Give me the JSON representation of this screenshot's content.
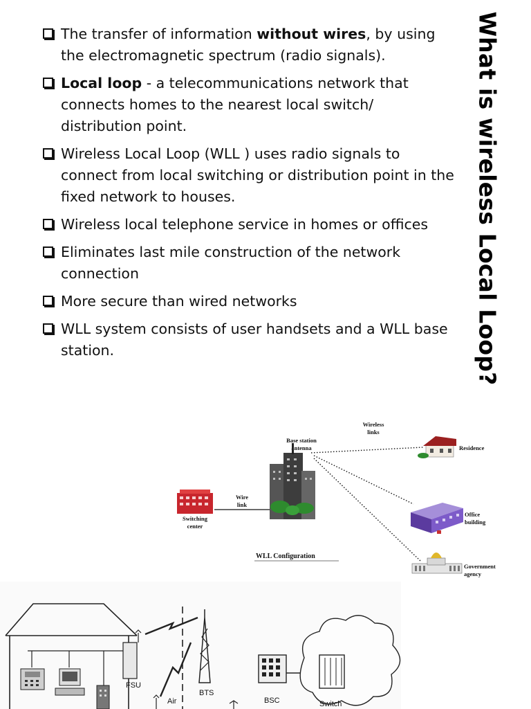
{
  "slide": {
    "title": "What is wireless Local Loop?",
    "bullets": [
      {
        "pre": "The transfer of information ",
        "bold": "without wires",
        "post": ", by using the electromagnetic spectrum (radio signals)."
      },
      {
        "pre": "",
        "bold": "Local loop",
        "post": " - a telecommunications network that connects homes to the nearest local switch/ distribution point."
      },
      {
        "pre": "Wireless Local Loop (WLL ) uses radio signals to connect from local switching or distribution point in the fixed network to houses.",
        "bold": "",
        "post": ""
      },
      {
        "pre": "Wireless local telephone service in homes or offices",
        "bold": "",
        "post": ""
      },
      {
        "pre": "Eliminates last mile construction of the network connection",
        "bold": "",
        "post": ""
      },
      {
        "pre": "More secure than wired networks",
        "bold": "",
        "post": ""
      },
      {
        "pre": "WLL system consists of user handsets and a WLL base station.",
        "bold": "",
        "post": ""
      }
    ]
  },
  "wll_diagram": {
    "wireless_links": [
      "Wireless",
      "links"
    ],
    "base_station": [
      "Base station",
      "antenna"
    ],
    "wire_link": [
      "Wire",
      "link"
    ],
    "switching_center": [
      "Switching",
      "center"
    ],
    "residence": "Residence",
    "office": [
      "Office",
      "building"
    ],
    "government": [
      "Government",
      "agency"
    ],
    "caption": "WLL Configuration"
  },
  "network_diagram": {
    "fsu": "FSU",
    "air": "Air",
    "bts": "BTS",
    "bsc": "BSC",
    "switch": "Switch"
  }
}
